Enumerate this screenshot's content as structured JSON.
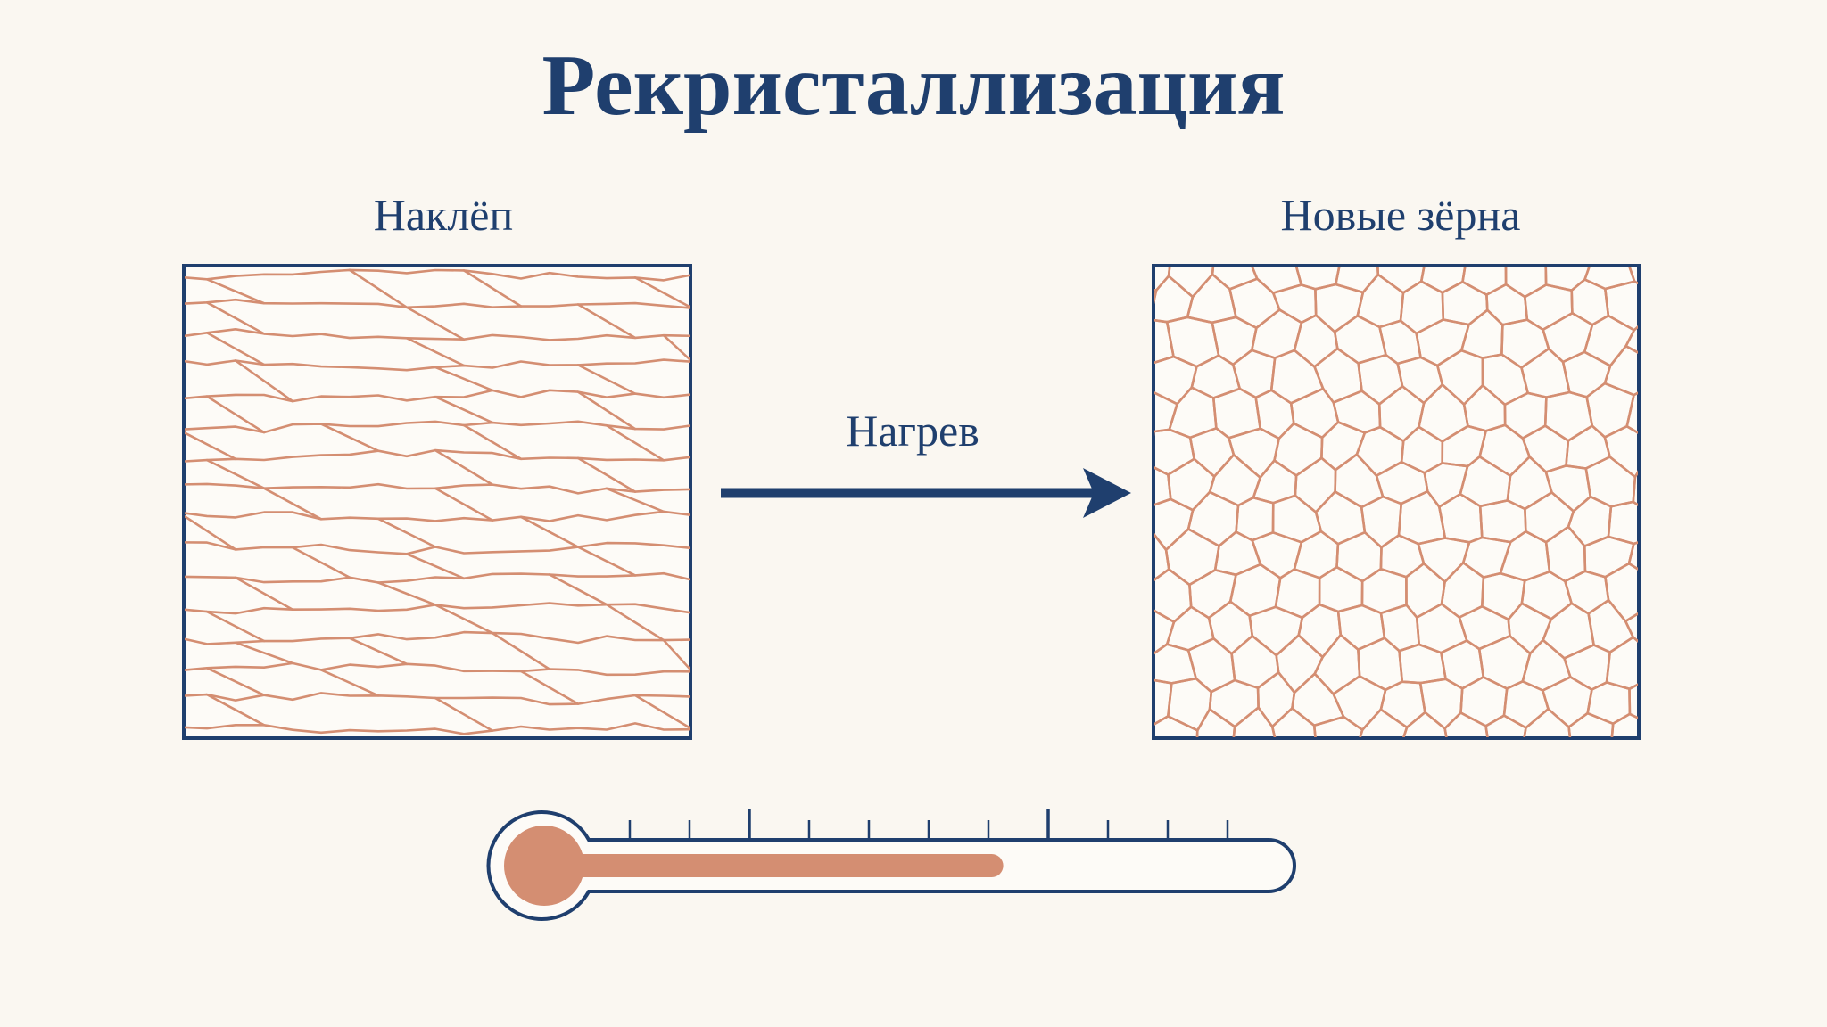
{
  "title": "Рекристаллизация",
  "panels": {
    "left_label": "Наклёп",
    "right_label": "Новые зёрна"
  },
  "process": {
    "label": "Нагрев"
  },
  "thermometer": {
    "fill_fraction": 0.62,
    "major_ticks": 3,
    "minor_ticks_between": 4
  },
  "colors": {
    "navy": "#1f3f6e",
    "grain_boundary": "#d48e72",
    "thermometer_fill": "#d48e72",
    "background": "#faf7f1"
  }
}
